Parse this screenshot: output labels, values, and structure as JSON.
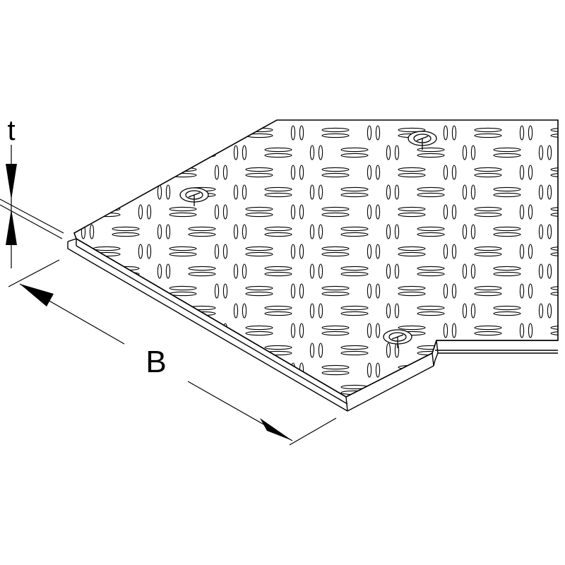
{
  "diagram": {
    "labels": {
      "thickness": "t",
      "width": "B"
    },
    "colors": {
      "line": "#000000",
      "background": "#ffffff",
      "plate": "#ffffff"
    },
    "plate": {
      "surface_pattern": "diamond-tread",
      "fixing_screws": 3
    }
  }
}
